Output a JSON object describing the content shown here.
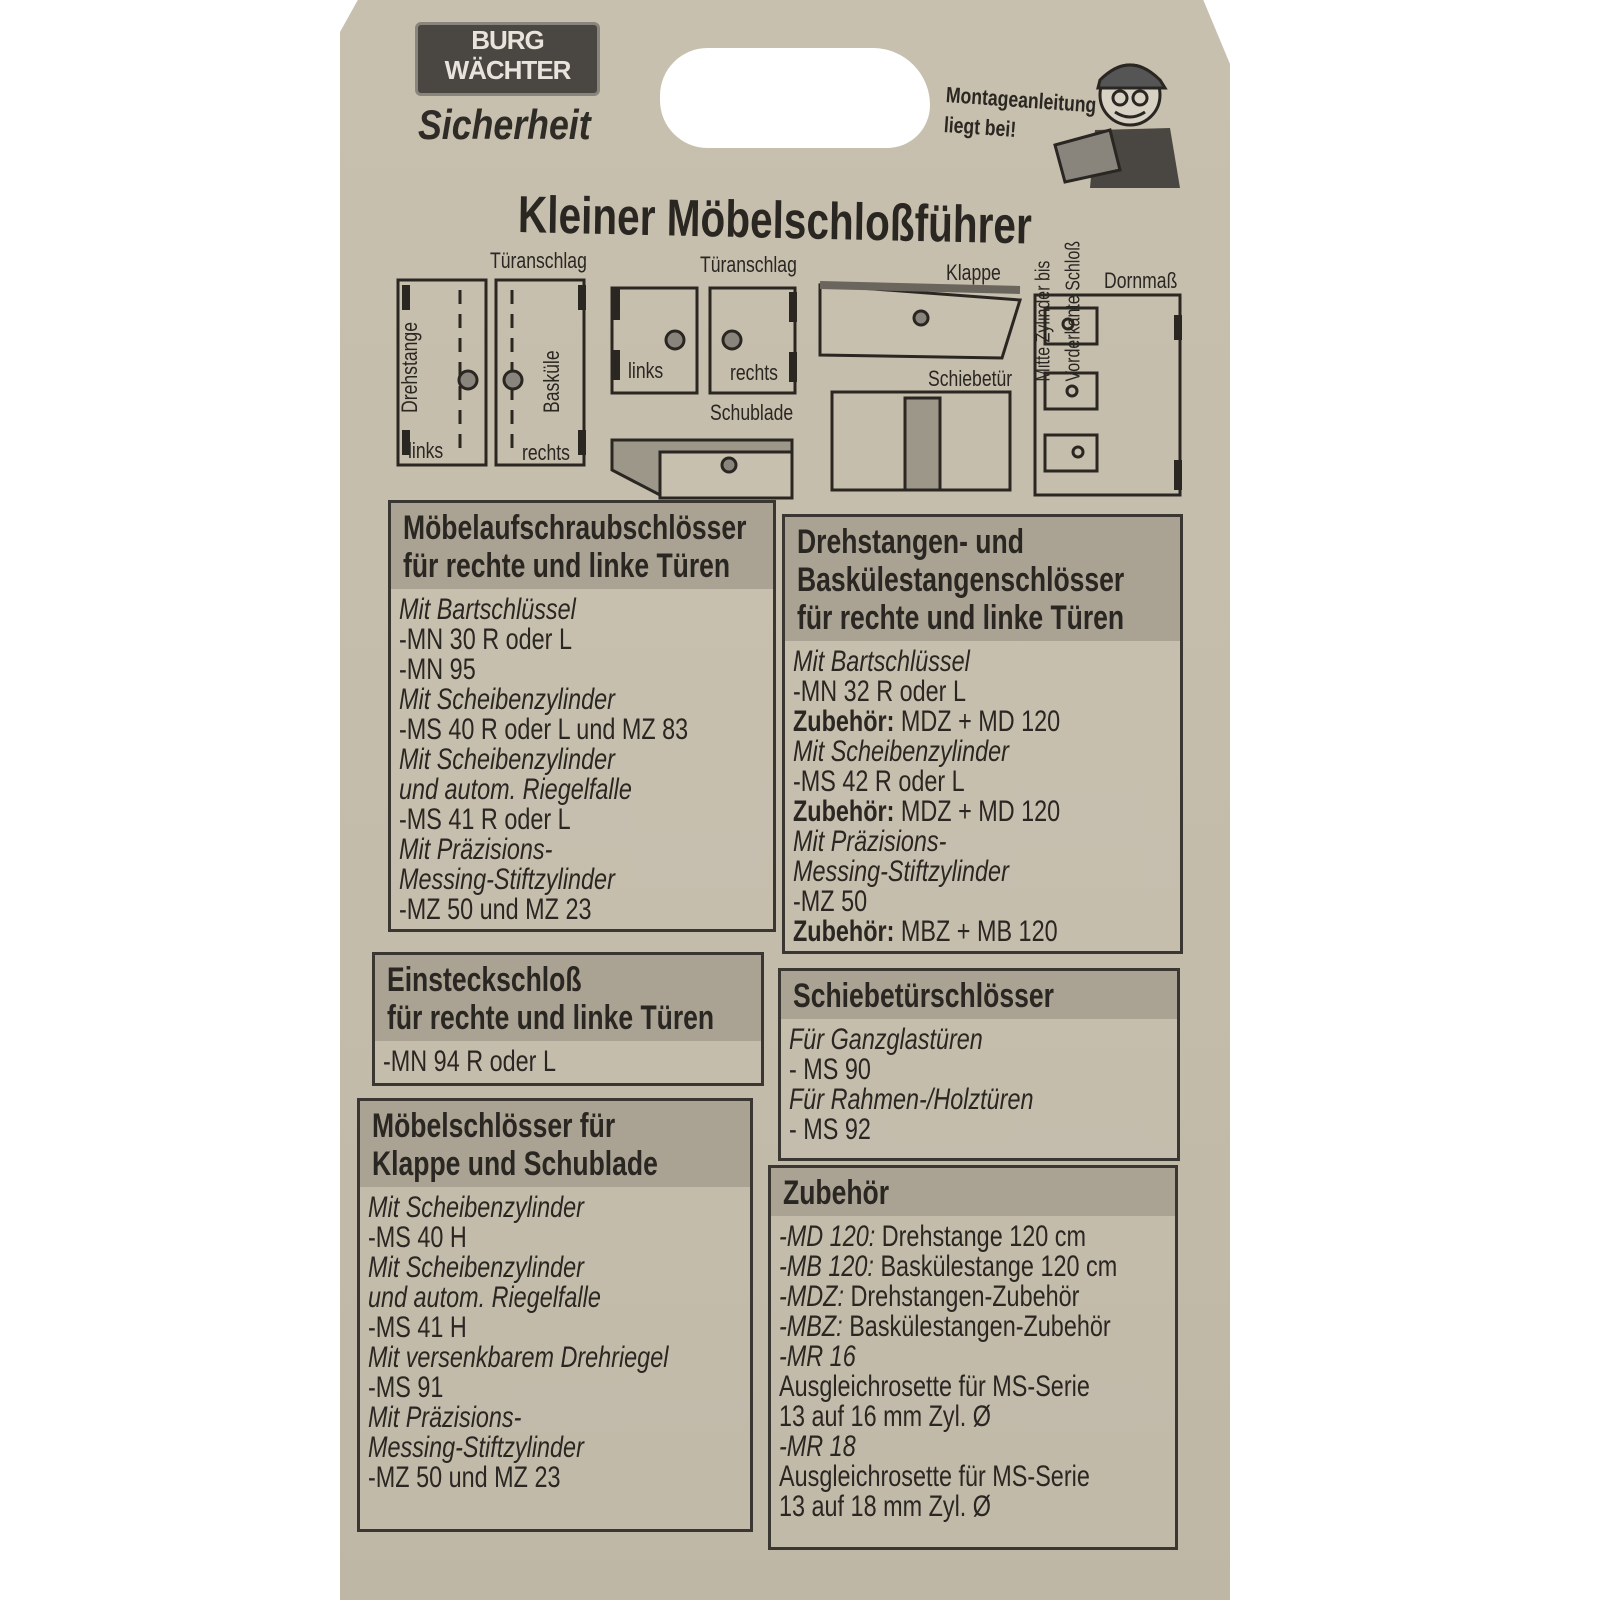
{
  "brand": {
    "line1": "BURG",
    "line2": "WÄCHTER",
    "tagline": "Sicherheit"
  },
  "notice": {
    "line1": "Montageanleitung",
    "line2": "liegt bei!"
  },
  "title": "Kleiner Möbelschloßführer",
  "diagram_labels": {
    "turanschlag_1": "Türanschlag",
    "drehstange": "Drehstange",
    "links_1": "links",
    "baskuele": "Basküle",
    "rechts_1": "rechts",
    "turanschlag_2": "Türanschlag",
    "links_2": "links",
    "rechts_2": "rechts",
    "schublade": "Schublade",
    "klappe": "Klappe",
    "schiebetuer": "Schiebetür",
    "dornmass": "Dornmaß",
    "dorn_note_1": "Mitte Zylinder bis",
    "dorn_note_2": "Vorderkante Schloß"
  },
  "sections": [
    {
      "title": [
        "Möbelaufschraubschlösser",
        "für rechte und linke Türen"
      ],
      "lines": [
        {
          "t": "Mit Bartschlüssel",
          "i": true
        },
        {
          "t": "-MN 30 R oder L"
        },
        {
          "t": "-MN 95"
        },
        {
          "t": "Mit Scheibenzylinder",
          "i": true
        },
        {
          "t": "-MS 40 R oder L und MZ 83"
        },
        {
          "t": "Mit Scheibenzylinder",
          "i": true
        },
        {
          "t": "und autom. Riegelfalle",
          "i": true
        },
        {
          "t": "-MS 41 R oder L"
        },
        {
          "t": "Mit Präzisions-",
          "i": true
        },
        {
          "t": "Messing-Stiftzylinder",
          "i": true
        },
        {
          "t": "-MZ 50 und MZ 23"
        }
      ]
    },
    {
      "title": [
        "Drehstangen- und",
        "Baskülestangenschlösser",
        "für rechte und linke Türen"
      ],
      "lines": [
        {
          "t": "Mit Bartschlüssel",
          "i": true
        },
        {
          "t": "-MN 32 R oder L"
        },
        {
          "b": "Zubehör:",
          "t": " MDZ + MD 120"
        },
        {
          "t": "Mit Scheibenzylinder",
          "i": true
        },
        {
          "t": "-MS 42 R oder L"
        },
        {
          "b": "Zubehör:",
          "t": " MDZ + MD 120"
        },
        {
          "t": "Mit Präzisions-",
          "i": true
        },
        {
          "t": "Messing-Stiftzylinder",
          "i": true
        },
        {
          "t": "-MZ 50"
        },
        {
          "b": "Zubehör:",
          "t": " MBZ + MB 120"
        }
      ]
    },
    {
      "title": [
        "Einsteckschloß",
        "für rechte und linke Türen"
      ],
      "lines": [
        {
          "t": "-MN 94 R oder L"
        }
      ]
    },
    {
      "title": [
        "Schiebetürschlösser"
      ],
      "lines": [
        {
          "t": "Für Ganzglastüren",
          "i": true
        },
        {
          "t": "- MS 90"
        },
        {
          "t": "Für Rahmen-/Holztüren",
          "i": true
        },
        {
          "t": "- MS 92"
        }
      ]
    },
    {
      "title": [
        "Möbelschlösser für",
        "Klappe und Schublade"
      ],
      "lines": [
        {
          "t": "Mit Scheibenzylinder",
          "i": true
        },
        {
          "t": "-MS 40 H"
        },
        {
          "t": "Mit  Scheibenzylinder",
          "i": true
        },
        {
          "t": "und autom. Riegelfalle",
          "i": true
        },
        {
          "t": "-MS 41 H"
        },
        {
          "t": "Mit versenkbarem Drehriegel",
          "i": true
        },
        {
          "t": "-MS 91"
        },
        {
          "t": "Mit Präzisions-",
          "i": true
        },
        {
          "t": "Messing-Stiftzylinder",
          "i": true
        },
        {
          "t": "-MZ 50 und MZ 23"
        }
      ]
    },
    {
      "title": [
        "Zubehör"
      ],
      "lines": [
        {
          "i": true,
          "b2": "-MD 120:",
          "t": " Drehstange 120 cm"
        },
        {
          "b2": "-MB 120:",
          "t": " Baskülestange 120 cm"
        },
        {
          "b2": "-MDZ:",
          "t": " Drehstangen-Zubehör"
        },
        {
          "b2": "-MBZ:",
          "t": " Baskülestangen-Zubehör"
        },
        {
          "t": "-MR 16",
          "i": true
        },
        {
          "t": "Ausgleichrosette für MS-Serie"
        },
        {
          "t": "13 auf 16 mm Zyl. Ø"
        },
        {
          "t": "-MR 18",
          "i": true
        },
        {
          "t": "Ausgleichrosette für MS-Serie"
        },
        {
          "t": "13 auf 18 mm Zyl. Ø"
        }
      ]
    }
  ]
}
